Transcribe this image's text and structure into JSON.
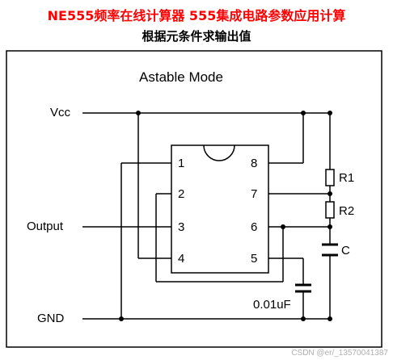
{
  "header": {
    "title": "NE555频率在线计算器 555集成电路参数应用计算",
    "subtitle": "根据元条件求输出值"
  },
  "diagram": {
    "mode_label": "Astable Mode",
    "terminals": {
      "vcc": "Vcc",
      "output": "Output",
      "gnd": "GND"
    },
    "pins": {
      "p1": "1",
      "p2": "2",
      "p3": "3",
      "p4": "4",
      "p5": "5",
      "p6": "6",
      "p7": "7",
      "p8": "8"
    },
    "components": {
      "r1": "R1",
      "r2": "R2",
      "c": "C",
      "c_ctrl": "0.01uF"
    },
    "watermark": "CSDN @er/_13570041387"
  },
  "colors": {
    "title": "#ff0000",
    "line": "#000000"
  }
}
